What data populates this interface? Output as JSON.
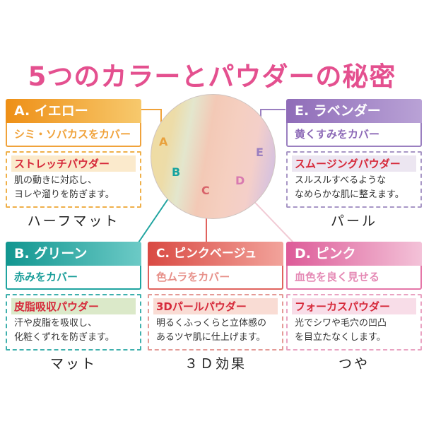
{
  "title": "5つのカラーとパウダーの秘密",
  "circle": {
    "letters": [
      "A",
      "B",
      "C",
      "D",
      "E"
    ]
  },
  "cards": [
    {
      "id": "A",
      "head": "A. イエロー",
      "sub": "シミ・ソバカスをカバー",
      "powder": "ストレッチパウダー",
      "desc_line1": "肌の動きに対応し、",
      "desc_line2": "ヨレや溜りを防ぎます。",
      "effect": "ハーフマット",
      "color": "#f0a23a"
    },
    {
      "id": "E",
      "head": "E. ラベンダー",
      "sub": "黄くすみをカバー",
      "powder": "スムージングパウダー",
      "desc_line1": "スルスルすべるような",
      "desc_line2": "なめらかな肌に整えます。",
      "effect": "パール",
      "color": "#9a7fc0"
    },
    {
      "id": "B",
      "head": "B. グリーン",
      "sub": "赤みをカバー",
      "powder": "皮脂吸収パウダー",
      "desc_line1": "汗や皮脂を吸収し、",
      "desc_line2": "化粧くずれを防ぎます。",
      "effect": "マット",
      "color": "#1fa4a0"
    },
    {
      "id": "C",
      "head": "C. ピンクベージュ",
      "sub": "色ムラをカバー",
      "powder": "3Dパールパウダー",
      "desc_line1": "明るくふっくらと立体感の",
      "desc_line2": "あるツヤ肌に仕上げます。",
      "effect": "３Ｄ効果",
      "color": "#e0625e"
    },
    {
      "id": "D",
      "head": "D. ピンク",
      "sub": "血色を良く見せる",
      "powder": "フォーカスパウダー",
      "desc_line1": "光でシワや毛穴の凹凸",
      "desc_line2": "を目立たなくします。",
      "effect": "つや",
      "color": "#e576a8"
    }
  ]
}
